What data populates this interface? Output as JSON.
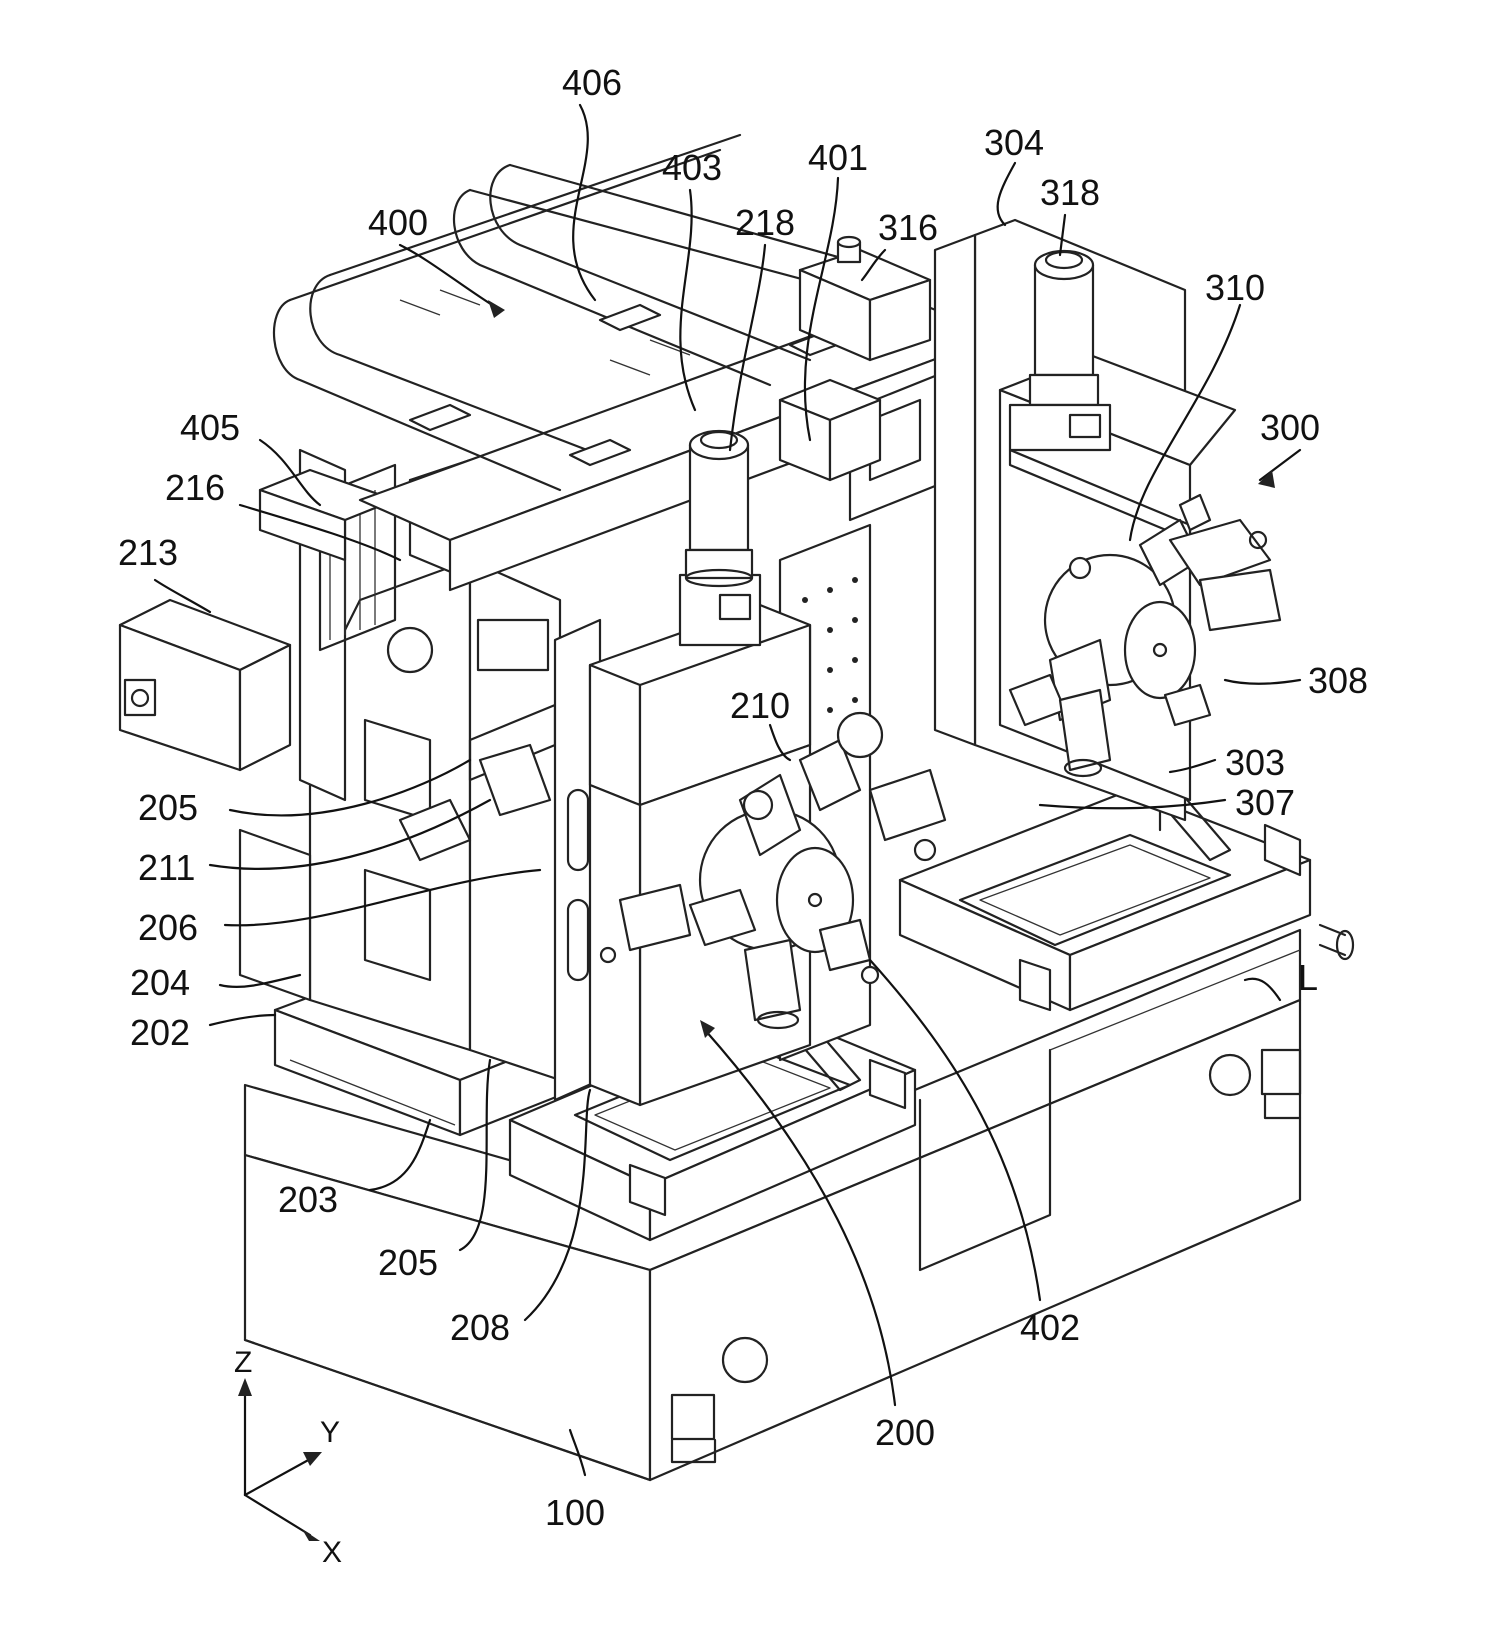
{
  "labels": {
    "l406": "406",
    "l403": "403",
    "l401": "401",
    "l218": "218",
    "l304": "304",
    "l318": "318",
    "l316": "316",
    "l400": "400",
    "l310": "310",
    "l300": "300",
    "l405": "405",
    "l216": "216",
    "l213": "213",
    "l308": "308",
    "l210": "210",
    "l303": "303",
    "l307": "307",
    "l205a": "205",
    "l211": "211",
    "l206": "206",
    "l204": "204",
    "l202": "202",
    "lL": "L",
    "l203": "203",
    "l205b": "205",
    "l208": "208",
    "l402": "402",
    "l200": "200",
    "l100": "100"
  },
  "axes": {
    "z": "Z",
    "y": "Y",
    "x": "X"
  },
  "colors": {
    "line": "#222222",
    "background": "#ffffff"
  }
}
